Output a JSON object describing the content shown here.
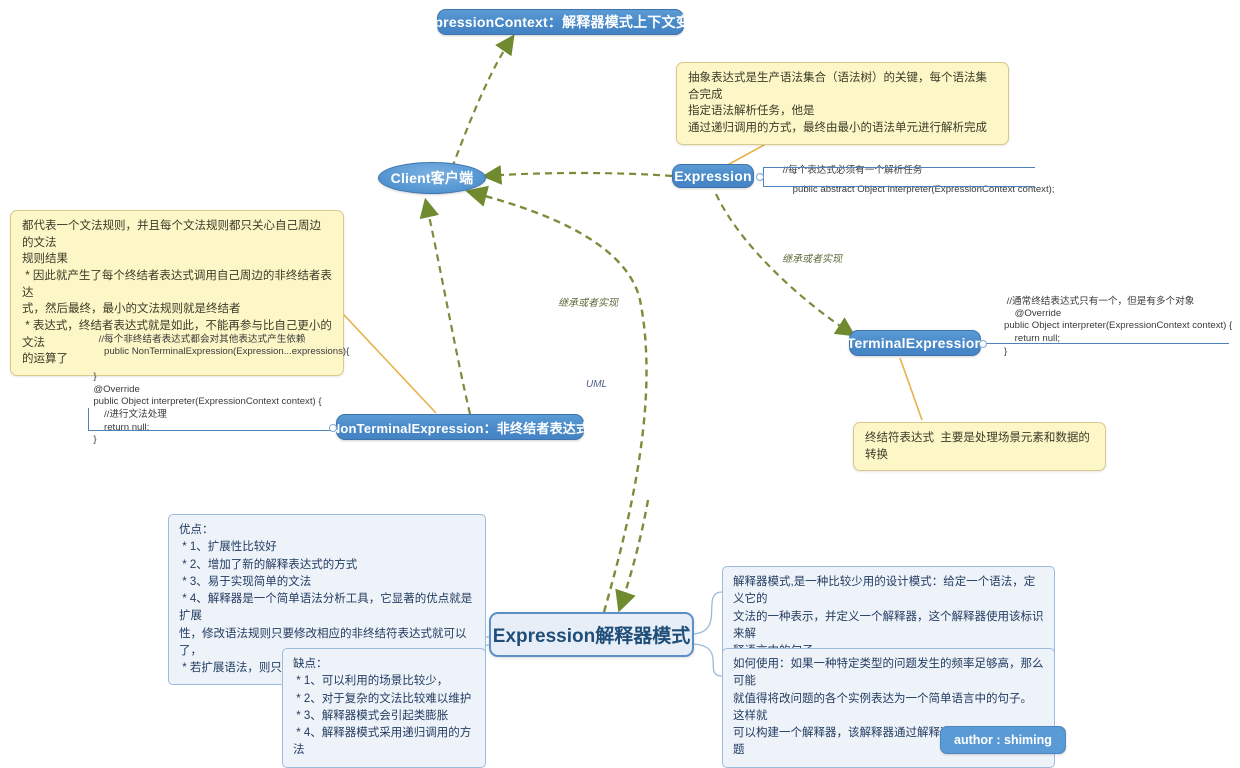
{
  "diagram": {
    "title": "Expression解释器模式",
    "author_badge": "author : shiming"
  },
  "uml_nodes": {
    "expression_context": "ExpressionContext：解释器模式上下文变量",
    "client": "Client客户端",
    "expression": "Expression",
    "terminal_expression": "TerminalExpression",
    "nonterminal_expression": "NonTerminalExpression：非终结者表达式"
  },
  "edge_labels": {
    "inherit_left": "继承或者实现",
    "inherit_right": "继承或者实现",
    "uml": "UML"
  },
  "notes": {
    "abstract_expression": {
      "lines": [
        "抽象表达式是生产语法集合（语法树）的关键，每个语法集合完成",
        "指定语法解析任务，他是",
        "通过递归调用的方式，最终由最小的语法单元进行解析完成"
      ]
    },
    "grammar_rule": {
      "lines": [
        "都代表一个文法规则，并且每个文法规则都只关心自己周边的文法",
        "规则结果",
        " * 因此就产生了每个终结者表达式调用自己周边的非终结者表达",
        "式，然后最终，最小的文法规则就是终结者",
        " * 表达式，终结者表达式就是如此，不能再参与比自己更小的文法",
        "的运算了"
      ]
    },
    "terminal_note": {
      "lines": [
        "终结符表达式  主要是处理场景元素和数据的转换"
      ]
    },
    "advantages": {
      "lines": [
        "优点：",
        " * 1、扩展性比较好",
        " * 2、增加了新的解释表达式的方式",
        " * 3、易于实现简单的文法",
        " * 4、解释器是一个简单语法分析工具，它显著的优点就是扩展",
        "性，修改语法规则只要修改相应的非终结符表达式就可以了，",
        " * 若扩展语法，则只要增加非终结符类就可以了"
      ]
    },
    "disadvantages": {
      "lines": [
        "缺点：",
        " * 1、可以利用的场景比较少，",
        " * 2、对于复杂的文法比较难以维护",
        " * 3、解释器模式会引起类膨胀",
        " * 4、解释器模式采用递归调用的方法"
      ]
    },
    "definition": {
      "lines": [
        "解释器模式,是一种比较少用的设计模式：给定一个语法，定义它的",
        "文法的一种表示，并定义一个解释器，这个解释器使用该标识来解",
        "释语言中的句子"
      ]
    },
    "how_to_use": {
      "lines": [
        "如何使用：如果一种特定类型的问题发生的频率足够高，那么可能",
        "就值得将改问题的各个实例表达为一个简单语言中的句子。 这样就",
        "可以构建一个解释器，该解释器通过解释这些句子来解决该问题"
      ]
    }
  },
  "code_snippets": {
    "expression_code": {
      "comment": "//每个表达式必须有一个解析任务",
      "body": "public abstract Object interpreter(ExpressionContext context);"
    },
    "terminal_code": {
      "comment": "//通常终结表达式只有一个，但是有多个对象",
      "body": "   @Override\n   public Object interpreter(ExpressionContext context) {\n       return null;\n   }"
    },
    "nonterminal_code": {
      "comment": "//每个非终结者表达式都会对其他表达式产生依赖",
      "body": "  public NonTerminalExpression(Expression...expressions){\n\n  }\n  @Override\n  public Object interpreter(ExpressionContext context) {\n      //进行文法处理\n      return null;\n  }"
    }
  },
  "colors": {
    "node_blue": "#5b9bd5",
    "note_yellow": "#fdf7c8",
    "note_blue": "#eef2f9",
    "edge_green": "#7b8c3a",
    "edge_orange": "#e8b24a",
    "center_border": "#5b8fc9",
    "rule_blue": "#4f81bd"
  }
}
